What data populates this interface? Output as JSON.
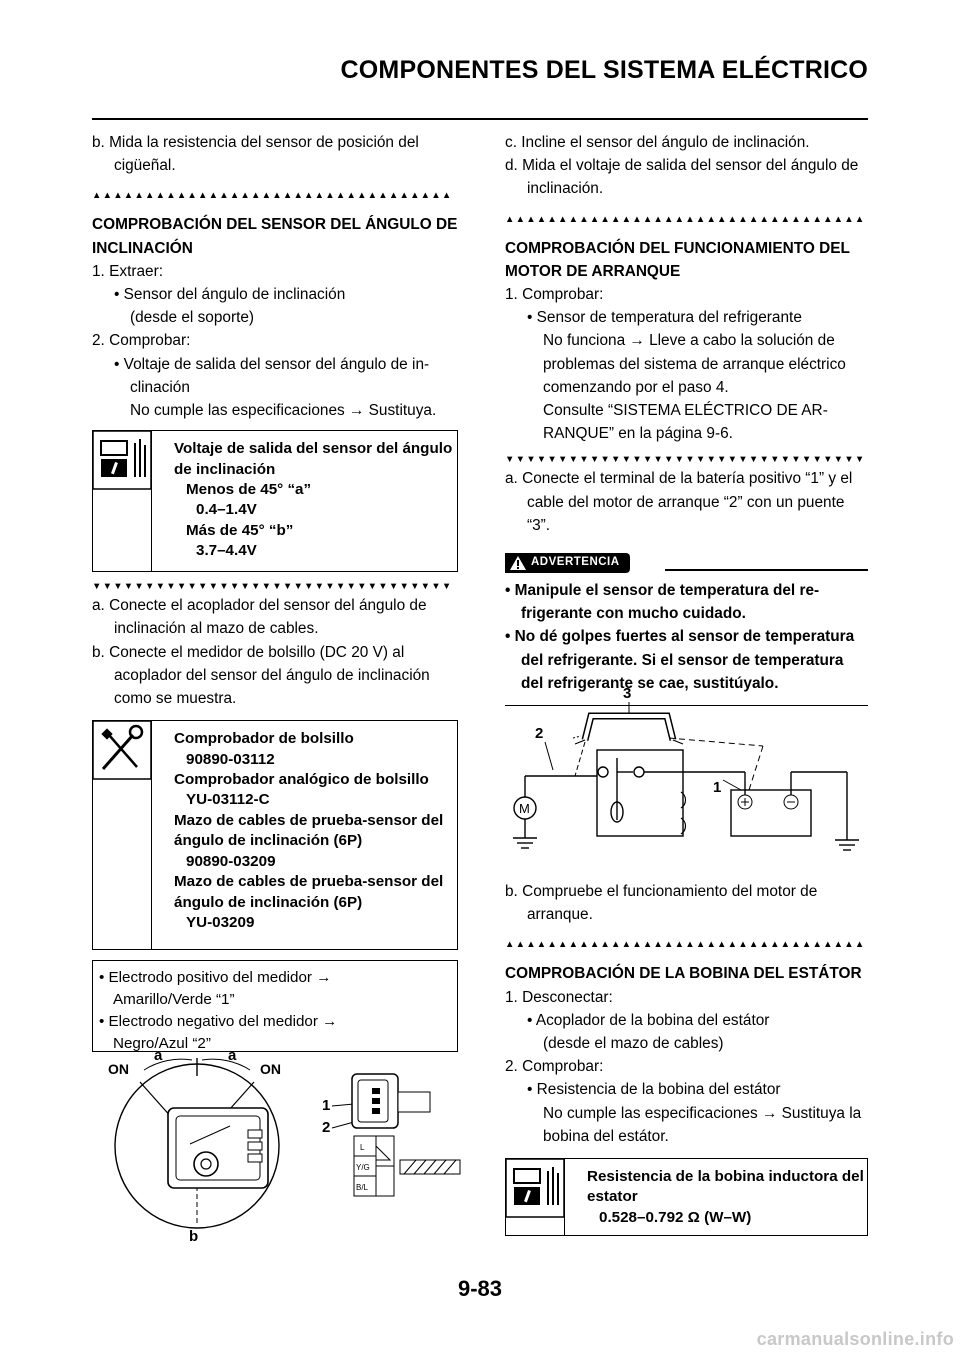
{
  "header": {
    "title": "COMPONENTES DEL SISTEMA ELÉCTRICO"
  },
  "left": {
    "step_b": "b. Mida la resistencia del sensor de posición del cigüeñal.",
    "tri_up": "▲▲▲▲▲▲▲▲▲▲▲▲▲▲▲▲▲▲▲▲▲▲▲▲▲▲▲▲▲▲▲▲▲▲",
    "section1_title": "COMPROBACIÓN DEL SENSOR DEL ÁN­GULO DE INCLINACIÓN",
    "s1_step1": "1. Extraer:",
    "s1_bullet1": "• Sensor del ángulo de inclinación",
    "s1_bullet1_cont": "(desde el soporte)",
    "s1_step2": "2. Comprobar:",
    "s1_bullet2": "• Voltaje de salida del sensor del ángulo de in­clinación",
    "s1_bullet2_cont": "No cumple las especificaciones → Susti­tuya.",
    "spec_box": {
      "title": "Voltaje de salida del sensor del án­gulo de inclinación",
      "line1": "Menos de 45° “a”",
      "line2": "0.4–1.4V",
      "line3": "Más de 45° “b”",
      "line4": "3.7–4.4V"
    },
    "tri_down": "▼▼▼▼▼▼▼▼▼▼▼▼▼▼▼▼▼▼▼▼▼▼▼▼▼▼▼▼▼▼▼▼▼▼",
    "step_a2": "a. Conecte el acoplador del sensor del ángulo de inclinación al mazo de cables.",
    "step_b2": "b. Conecte el medidor de bolsillo (DC 20 V) al acoplador del sensor del ángulo de in­clinación como se muestra.",
    "tool_box": {
      "l1": "Comprobador de bolsillo",
      "l2": "90890-03112",
      "l3": "Comprobador analógico de bol­sillo",
      "l4": "YU-03112-C",
      "l5": "Mazo de cables de prueba-sensor del ángulo de inclinación (6P)",
      "l6": "90890-03209",
      "l7": "Mazo de cables de prueba-sensor del ángulo de inclinación (6P)",
      "l8": "YU-03209"
    },
    "probe_box": {
      "l1": "• Electrodo positivo del medidor →",
      "l2": "Amarillo/Verde “1”",
      "l3": "• Electrodo negativo del medidor →",
      "l4": "Negro/Azul “2”"
    },
    "fig": {
      "on_left": "ON",
      "on_right": "ON",
      "a_left": "a",
      "a_right": "a",
      "b": "b",
      "n1": "1",
      "n2": "2",
      "w1": "L",
      "w2": "Y/G",
      "w3": "B/L"
    }
  },
  "right": {
    "step_c": "c. Incline el sensor del ángulo de inclinación.",
    "step_d": "d. Mida el voltaje de salida del sensor del án­gulo de inclinación.",
    "tri_up": "▲▲▲▲▲▲▲▲▲▲▲▲▲▲▲▲▲▲▲▲▲▲▲▲▲▲▲▲▲▲▲▲▲▲",
    "section2_title": "COMPROBACIÓN DEL FUNCIONAMIENTO DEL MOTOR DE ARRANQUE",
    "s2_step1": "1. Comprobar:",
    "s2_bullet1": "• Sensor de temperatura del refrigerante",
    "s2_c1": "No funciona → Lleve a cabo la solución de problemas del sistema de arranque eléctrico comenzando por el paso 4.",
    "s2_c2": "Consulte “SISTEMA ELÉCTRICO DE AR­RANQUE” en la página 9-6.",
    "tri_down": "▼▼▼▼▼▼▼▼▼▼▼▼▼▼▼▼▼▼▼▼▼▼▼▼▼▼▼▼▼▼▼▼▼▼",
    "step_a3": "a. Conecte el terminal de la batería positivo “1” y el cable del motor de arranque “2” con un puente “3”.",
    "warning_label": "ADVERTENCIA",
    "warn1": "• Manipule el sensor de temperatura del re­frigerante con mucho cuidado.",
    "warn2": "• No dé golpes fuertes al sensor de temper­atura del refrigerante. Si el sensor de tem­peratura del refrigerante se cae, sustitúyalo.",
    "fig": {
      "n1": "1",
      "n2": "2",
      "n3": "3",
      "m": "M"
    },
    "step_b3": "b. Compruebe el funcionamiento del motor de arranque.",
    "tri_up2": "▲▲▲▲▲▲▲▲▲▲▲▲▲▲▲▲▲▲▲▲▲▲▲▲▲▲▲▲▲▲▲▲▲▲",
    "section3_title": "COMPROBACIÓN DE LA BOBINA DEL ES­TÁTOR",
    "s3_step1": "1. Desconectar:",
    "s3_bullet1": "• Acoplador de la bobina del estátor",
    "s3_bullet1_cont": "(desde el mazo de cables)",
    "s3_step2": "2. Comprobar:",
    "s3_bullet2": "• Resistencia de la bobina del estátor",
    "s3_bullet2_cont": "No cumple las especificaciones → Sustituya la bobina del estátor.",
    "spec_box2": {
      "title": "Resistencia de la bobina inducto­ra del estator",
      "line1": "0.528–0.792 Ω (W–W)"
    }
  },
  "footer": {
    "page_number": "9-83",
    "url": "carmanualsonline.info"
  }
}
